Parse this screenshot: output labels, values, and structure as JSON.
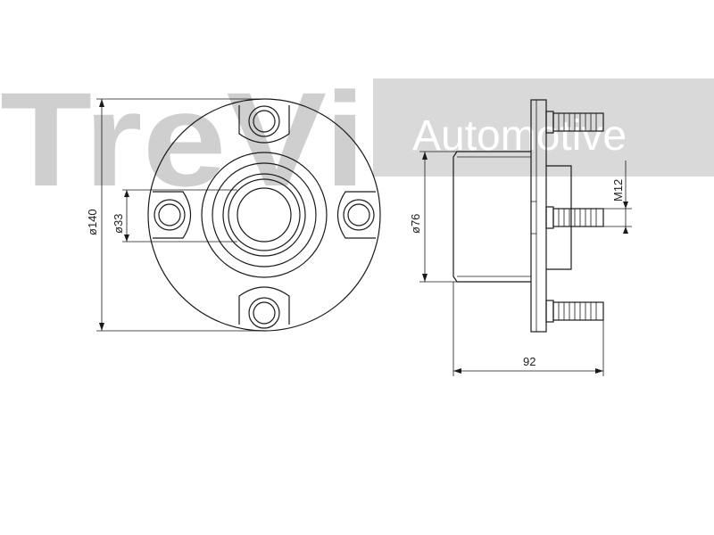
{
  "watermark": {
    "brand": "TreVi",
    "subtitle": "Automotive",
    "band_color": "#d9d9d9",
    "text_color": "#cfcfcf"
  },
  "dimensions": {
    "flange_diameter": "ø140",
    "bore_diameter": "ø33",
    "spigot_diameter": "ø76",
    "stud_thread": "M12",
    "overall_width": "92"
  },
  "colors": {
    "line": "#1a1a1a",
    "background": "#ffffff"
  }
}
